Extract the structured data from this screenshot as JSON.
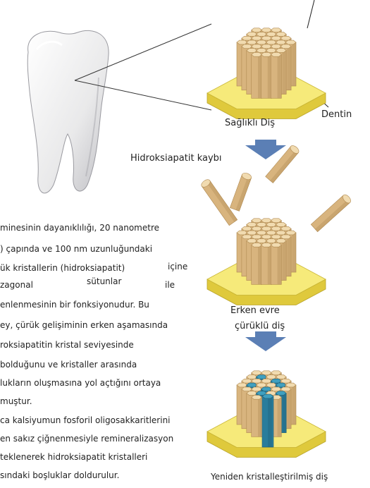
{
  "labels": {
    "dentin": "Dentin",
    "healthy": "Sağlıklı Diş",
    "loss": "Hidroksiapatit kaybı",
    "early": "Erken evre",
    "caries": "çürüklü diş",
    "recrystallized": "Yeniden kristalleştirilmiş diş"
  },
  "paragraph": [
    "minesinin dayanıklılığı, 20 nanometre",
    ") çapında ve 100 nm uzunluğundaki",
    "ük kristallerin (hidroksiapatit)",
    "içine",
    "zagonal",
    "sütunlar",
    "ile",
    "enlenmesinin bir fonksiyonudur. Bu",
    "ey, çürük gelişiminin erken aşamasında",
    "roksiapatitin kristal seviyesinde",
    "bolduğunu ve kristaller arasında",
    "lukların oluşmasına yol açtığını ortaya",
    "muştur.",
    "ca kalsiyumun fosforil oligosakkaritlerini",
    "en sakız çiğnenmesiyle remineralizasyon",
    "teklenerek hidroksiapatit kristalleri",
    "sındaki boşluklar doldurulur."
  ],
  "colors": {
    "column_top": "#f1dbb0",
    "column_side": "#d8b47e",
    "column_dark": "#b08a52",
    "base_top": "#f6ea7a",
    "base_side": "#dfc93c",
    "arrow": "#5b7fb5",
    "blue_top": "#3f9fbf",
    "blue_side": "#2a7d9c"
  }
}
